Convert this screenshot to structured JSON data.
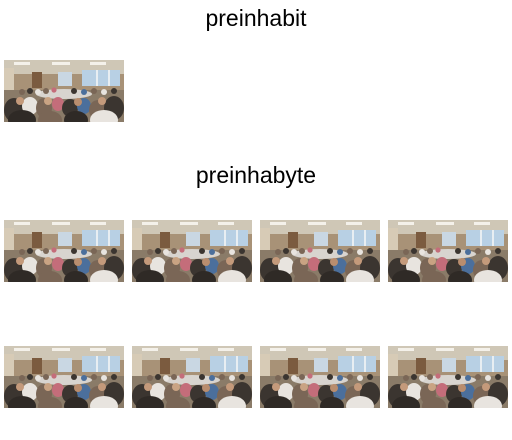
{
  "sections": [
    {
      "title": "preinhabit",
      "thumbnail_count": 1
    },
    {
      "title": "preinhabyte",
      "thumbnail_count": 8
    }
  ],
  "thumbnail": {
    "icon": "meeting-room-photo",
    "colors": {
      "ceiling": "#cfc7b6",
      "wall": "#a89277",
      "window": "#b8d0e4",
      "floor": "#8a7b68",
      "crowd_dark": "#3b3530",
      "crowd_mid": "#7a6656",
      "shirt_white": "#e8e4df",
      "shirt_pink": "#c46d7a",
      "shirt_blue": "#4b6f9c"
    }
  }
}
